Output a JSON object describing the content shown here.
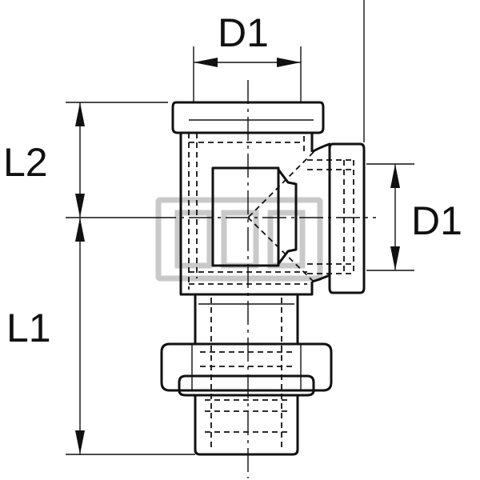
{
  "drawing": {
    "labels": {
      "d1_top": "D1",
      "d1_side": "D1",
      "l1": "L1",
      "l2": "L2"
    },
    "colors": {
      "line": "#111111",
      "watermark": "#c9c9c9",
      "background": "#ffffff"
    }
  }
}
